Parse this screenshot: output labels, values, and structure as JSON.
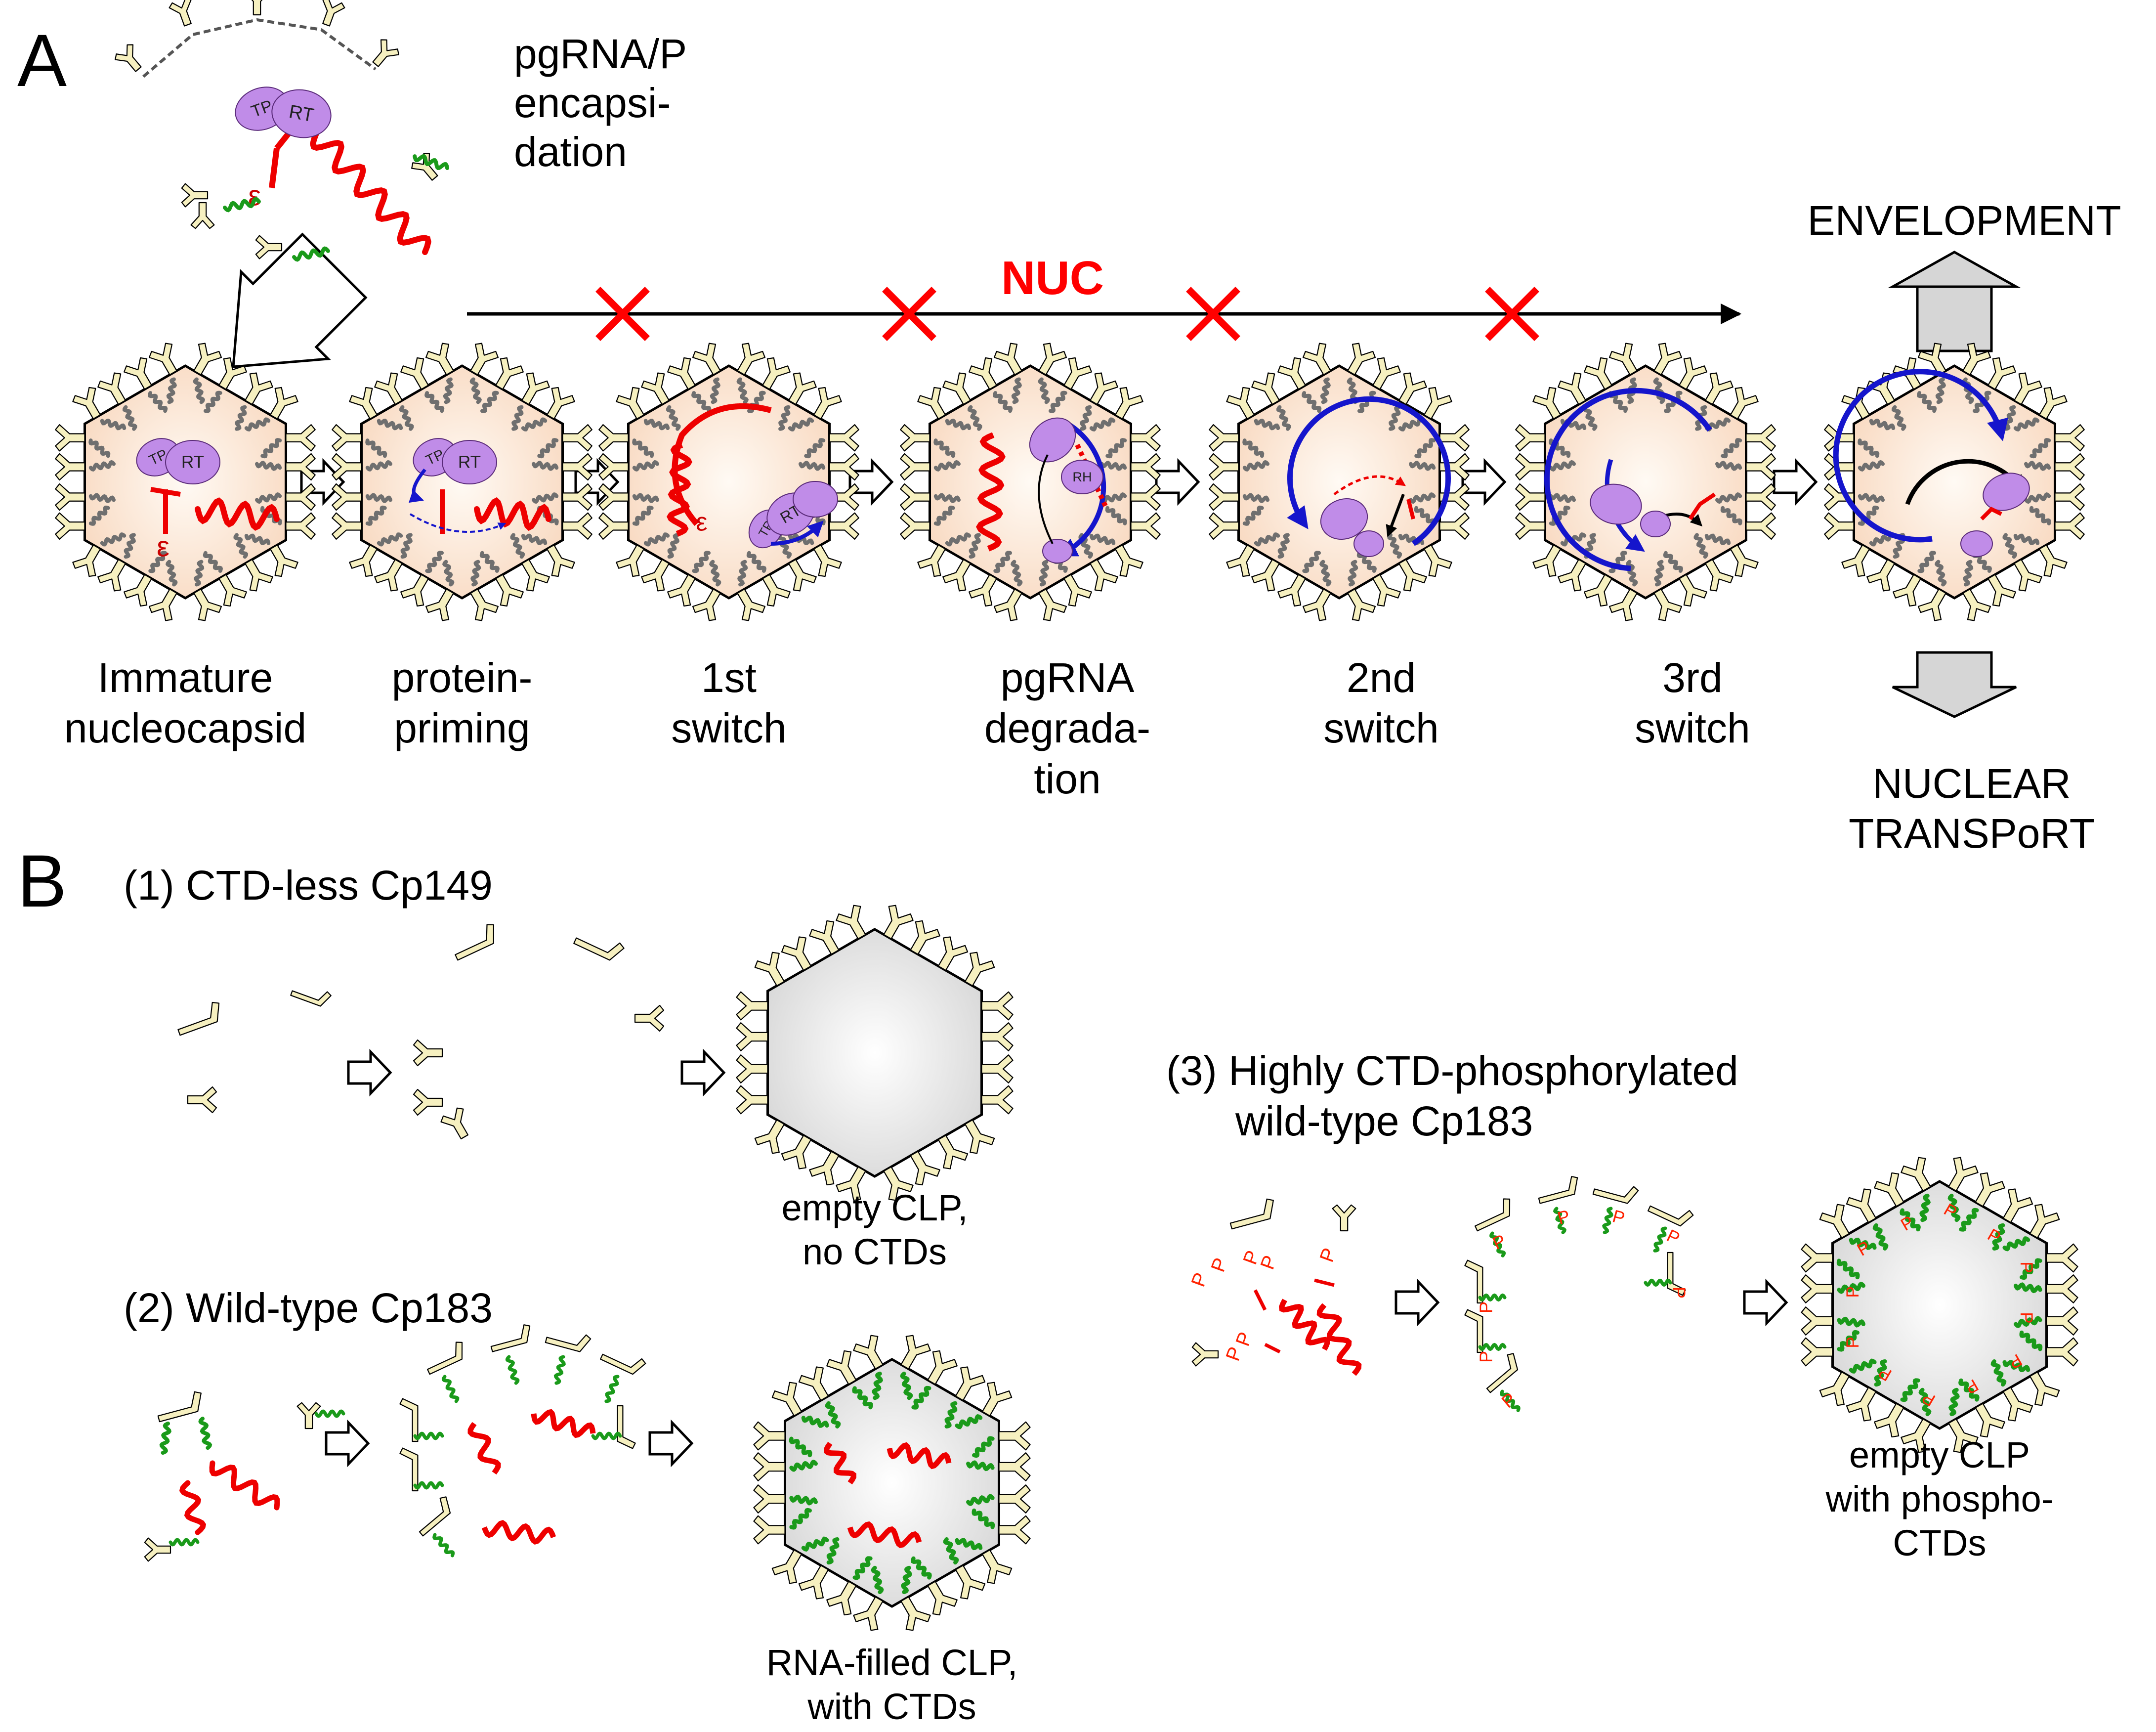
{
  "panel_a": {
    "letter": "A",
    "encapsidation": [
      "pgRNA/P",
      "encapsi-",
      "dation"
    ],
    "epsilon": "ε",
    "nuc_label": "NUC",
    "envelopment": "ENVELOPMENT",
    "nuclear_transport": [
      "NUCLEAR",
      "TRANSPoRT"
    ],
    "protein_labels": {
      "tp": "TP",
      "rt": "RT",
      "rh": "RH"
    },
    "steps": [
      {
        "lines": [
          "Immature",
          "nucleocapsid"
        ]
      },
      {
        "lines": [
          "protein-",
          "priming"
        ]
      },
      {
        "lines": [
          "1st",
          "switch"
        ]
      },
      {
        "lines": [
          "pgRNA",
          "degrada-",
          "tion"
        ]
      },
      {
        "lines": [
          "2nd",
          "switch"
        ]
      },
      {
        "lines": [
          "3rd",
          "switch"
        ]
      }
    ]
  },
  "panel_b": {
    "letter": "B",
    "phospho_mark": "P",
    "row1": {
      "title": "(1) CTD-less Cp149",
      "result": [
        "empty CLP,",
        "no CTDs"
      ]
    },
    "row2": {
      "title": "(2) Wild-type Cp183",
      "result": [
        "RNA-filled CLP,",
        "with CTDs"
      ]
    },
    "row3": {
      "title": [
        "(3) Highly CTD-phosphorylated",
        "wild-type Cp183"
      ],
      "result": [
        "empty CLP",
        "with phospho-",
        "CTDs"
      ]
    }
  },
  "colors": {
    "capsid_fill": "#f6f0c0",
    "rna": "#ee0000",
    "ctd": "#1a9a1a",
    "protein": "#c08ce8",
    "dna_arrow": "#1515cc",
    "inhibition": "#ff0000",
    "interior": "#fbe3cf"
  }
}
